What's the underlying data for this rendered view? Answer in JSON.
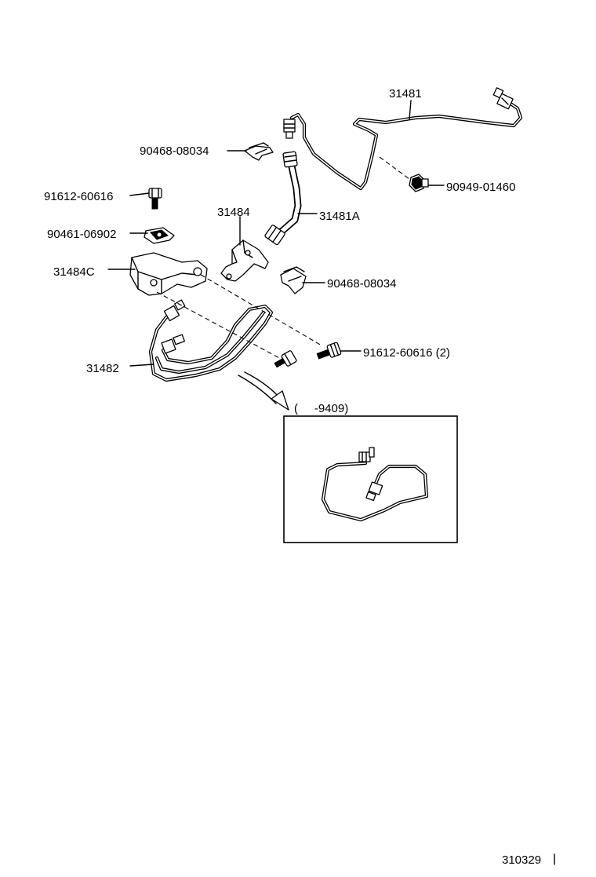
{
  "labels": {
    "p31481": "31481",
    "p90468_top": "90468-08034",
    "p90949": "90949-01460",
    "p91612_top": "91612-60616",
    "p31484": "31484",
    "p31481A": "31481A",
    "p90461": "90461-06902",
    "p31484C": "31484C",
    "p90468_mid": "90468-08034",
    "p91612_2": "91612-60616 (2)",
    "p31482": "31482"
  },
  "inset": {
    "caption": "(     -9409)"
  },
  "figure_code": "310329"
}
